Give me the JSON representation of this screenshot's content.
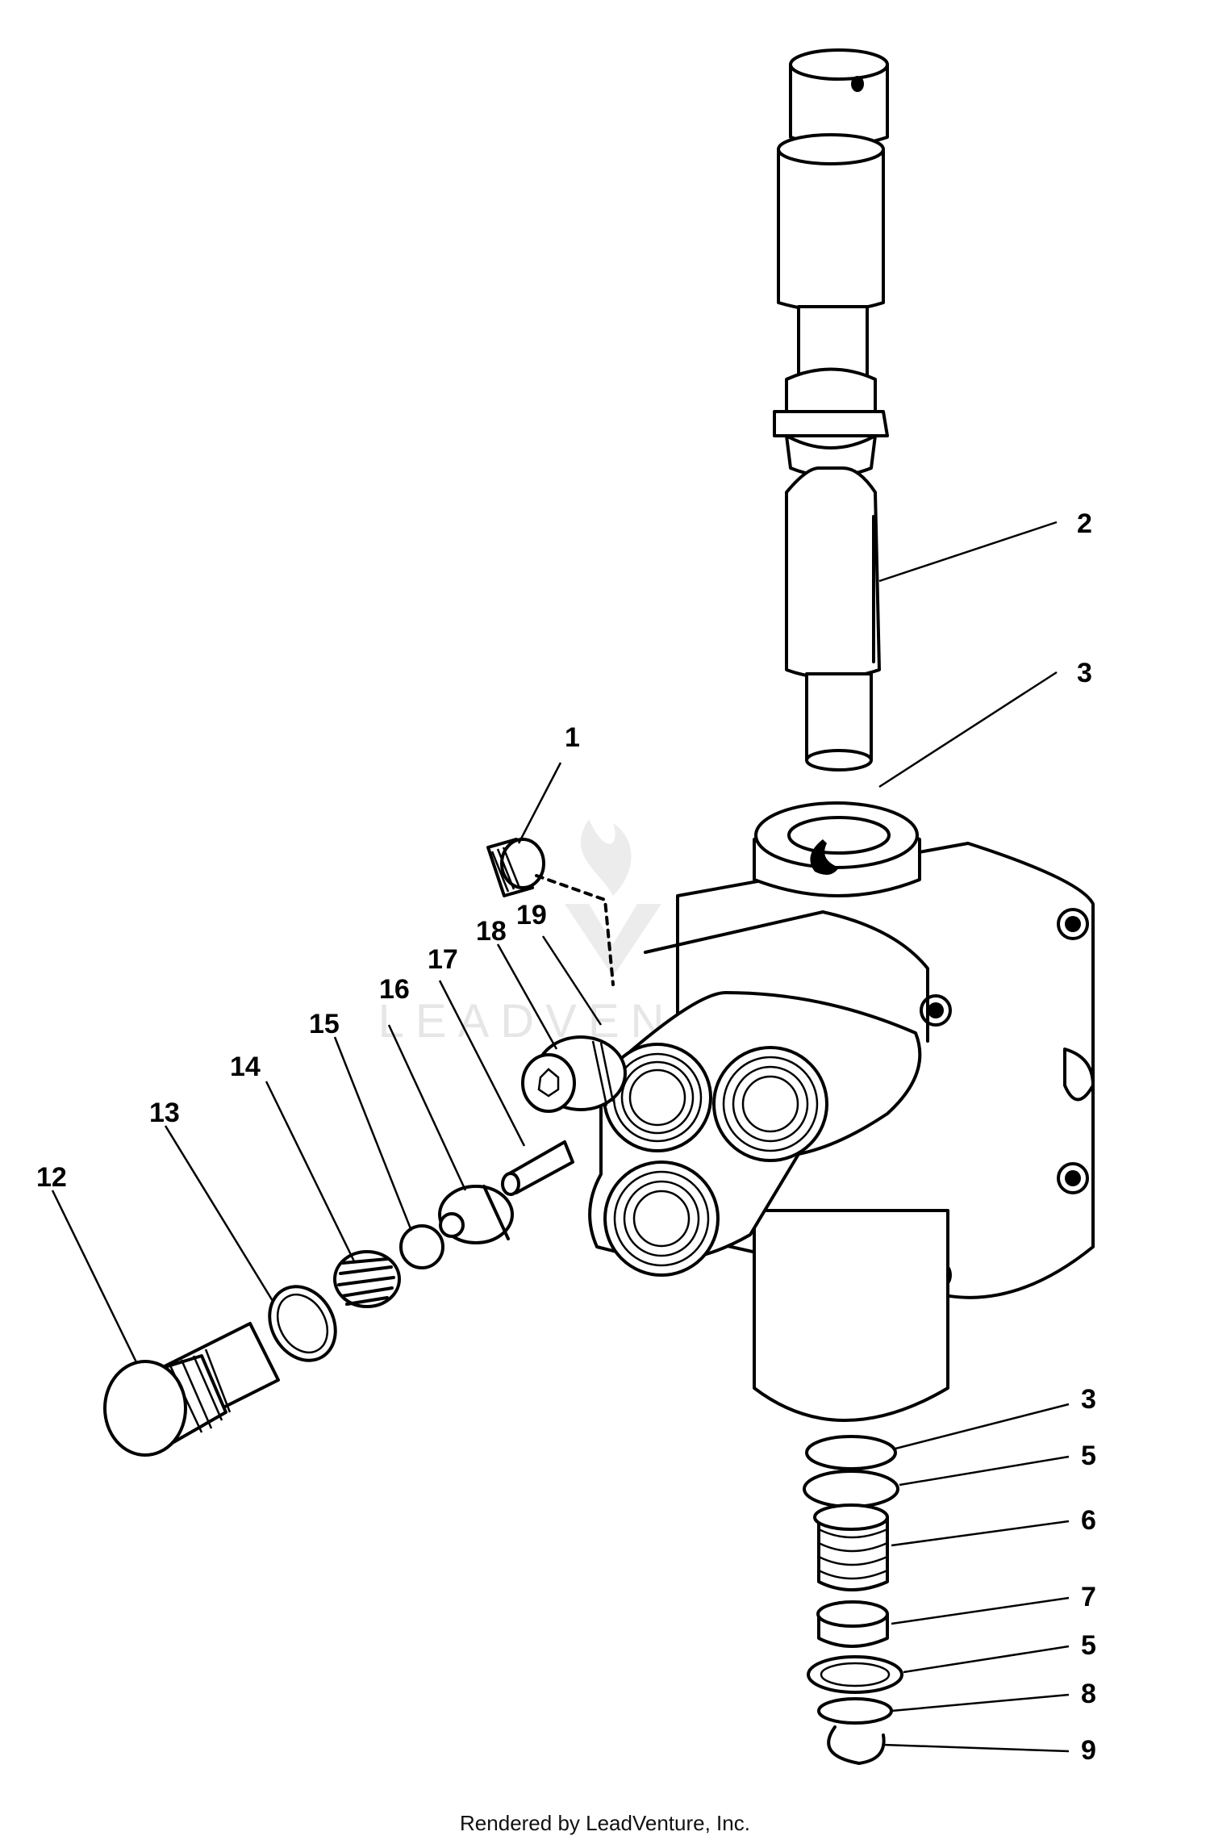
{
  "labels": [
    "1",
    "2",
    "3",
    "3",
    "5",
    "6",
    "7",
    "5",
    "8",
    "9",
    "12",
    "13",
    "14",
    "15",
    "16",
    "17",
    "18",
    "19"
  ],
  "watermark": "LEADVENTURE",
  "footer": "Rendered by LeadVenture, Inc."
}
